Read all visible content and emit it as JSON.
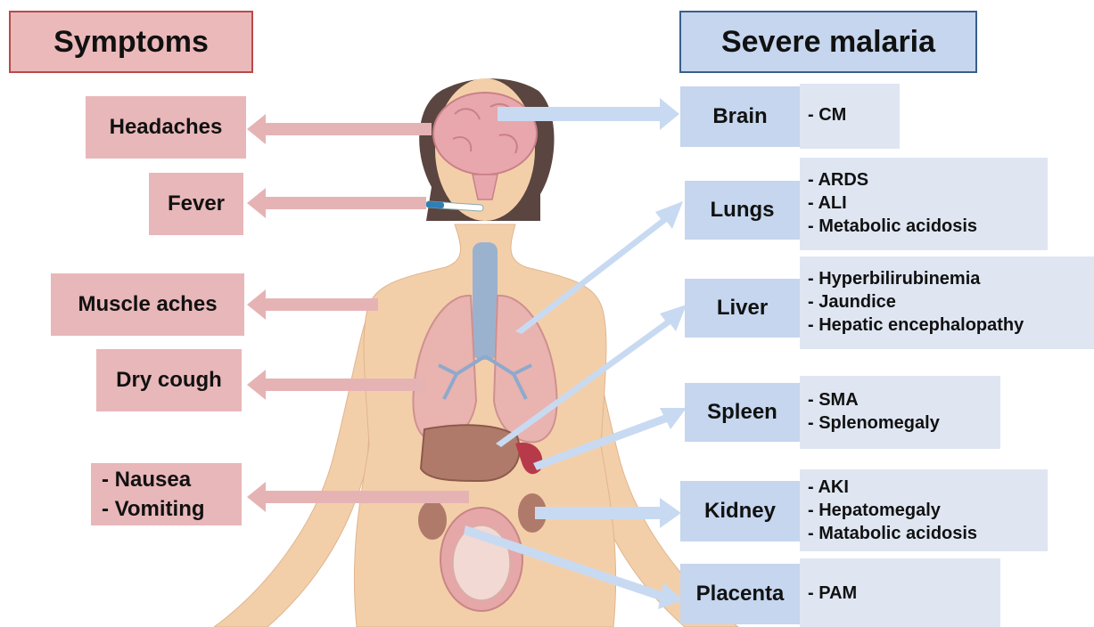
{
  "headers": {
    "symptoms": "Symptoms",
    "severe": "Severe malaria"
  },
  "symptoms": {
    "headaches": "Headaches",
    "fever": "Fever",
    "muscle_aches": "Muscle aches",
    "dry_cough": "Dry cough",
    "gi": [
      "- Nausea",
      "- Vomiting"
    ]
  },
  "organs": [
    {
      "name": "Brain",
      "details": [
        "- CM"
      ]
    },
    {
      "name": "Lungs",
      "details": [
        "- ARDS",
        "- ALI",
        "- Metabolic acidosis"
      ]
    },
    {
      "name": "Liver",
      "details": [
        "- Hyperbilirubinemia",
        "- Jaundice",
        "- Hepatic encephalopathy"
      ]
    },
    {
      "name": "Spleen",
      "details": [
        "- SMA",
        "- Splenomegaly"
      ]
    },
    {
      "name": "Kidney",
      "details": [
        "- AKI",
        "- Hepatomegaly",
        "- Matabolic acidosis"
      ]
    },
    {
      "name": "Placenta",
      "details": [
        "- PAM"
      ]
    }
  ],
  "colors": {
    "symptom_box": "#e8b7b9",
    "symptom_arrow": "#e6b3b5",
    "organ_box": "#c5d6ee",
    "detail_box": "#dfe6f2",
    "malaria_arrow": "#c8daf1",
    "skin": "#f3cfa9",
    "hair": "#5a4540"
  }
}
